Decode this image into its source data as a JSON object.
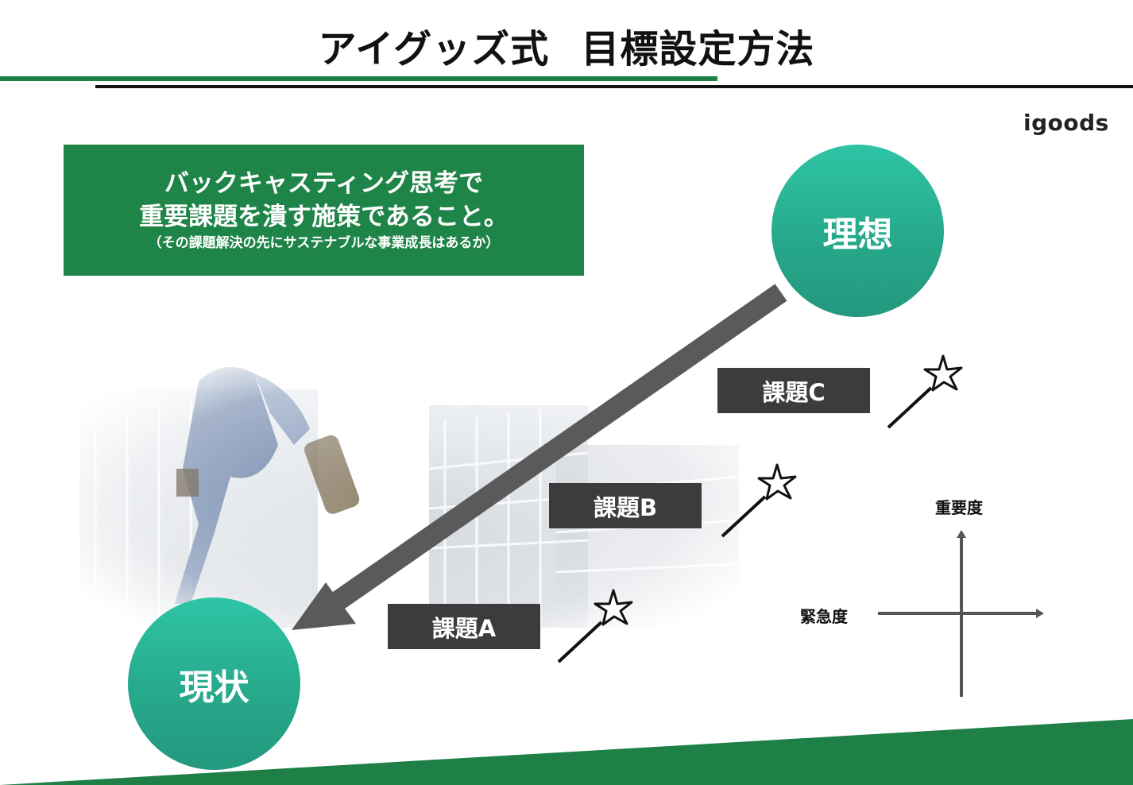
{
  "slide": {
    "title_part1": "アイグッズ式",
    "title_part2": "目標設定方法",
    "logo": "igoods"
  },
  "callout": {
    "line1": "バックキャスティング思考で",
    "line2": "重要課題を潰す施策であること。",
    "line3": "（その課題解決の先にサステナブルな事業成長はあるか）"
  },
  "nodes": {
    "ideal": "理想",
    "current": "現状"
  },
  "issues": {
    "a": "課題A",
    "b": "課題B",
    "c": "課題C"
  },
  "axes": {
    "y_label": "重要度",
    "x_label": "緊急度"
  },
  "colors": {
    "brand_green": "#1e8447",
    "teal": "#2bb596",
    "issue_box": "#3c3c3c",
    "arrow": "#5a5a5a"
  },
  "icons": {
    "wand": "star-wand-icon",
    "photo": "businessman-running-city-photo"
  }
}
